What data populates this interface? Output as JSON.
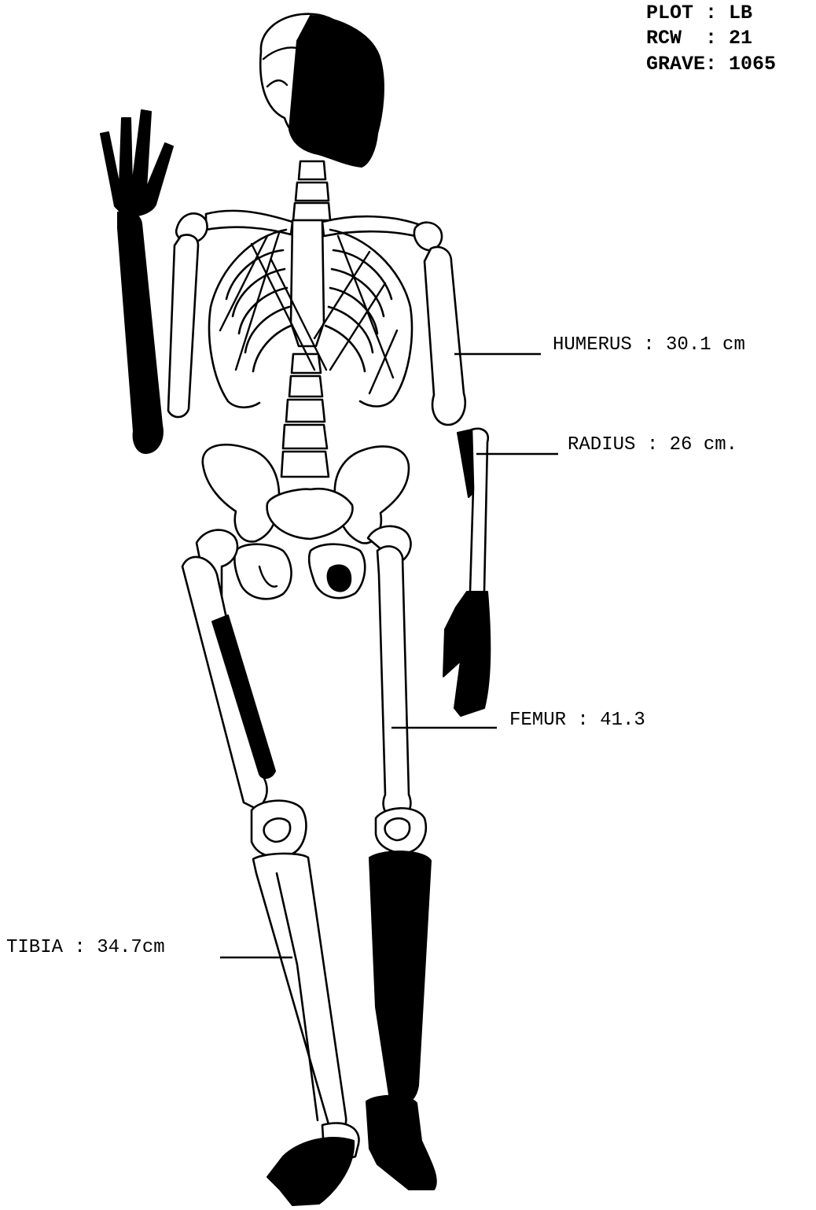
{
  "header": {
    "plot": "PLOT : LB",
    "row": "RCW  : 21",
    "grave": "GRAVE: 1065"
  },
  "measurements": {
    "humerus": "HUMERUS : 30.1 cm",
    "radius": "RADIUS : 26 cm.",
    "femur": "FEMUR : 41.3",
    "tibia": "TIBIA : 34.7cm"
  },
  "colors": {
    "present_bone": "#ffffff",
    "missing_bone": "#000000",
    "ink": "#000000"
  }
}
